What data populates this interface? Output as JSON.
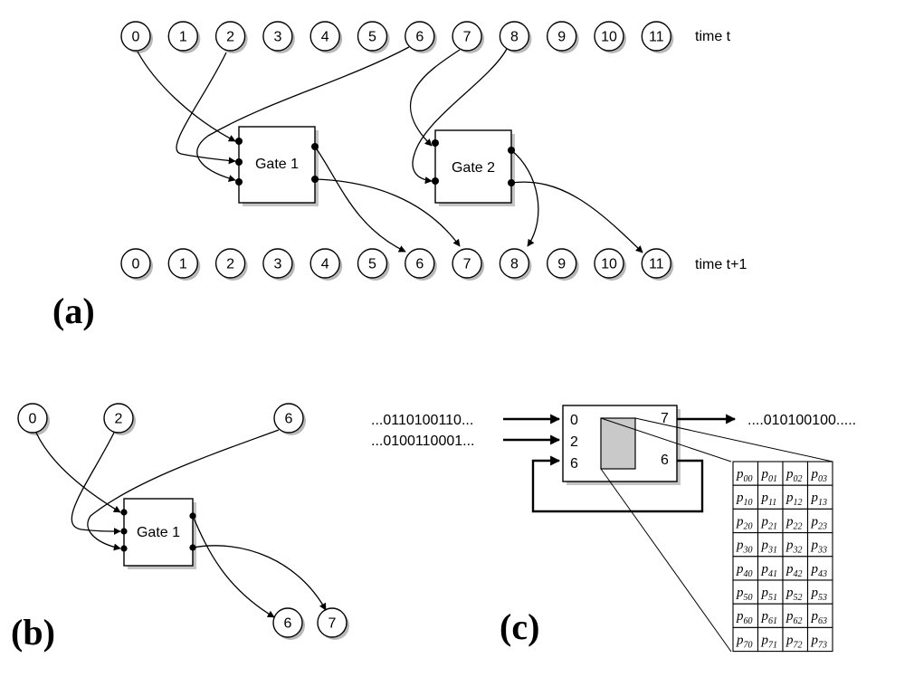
{
  "panel_a": {
    "label": "(a)",
    "time_top_label": "time t",
    "time_bottom_label": "time t+1",
    "top_nodes": [
      "0",
      "1",
      "2",
      "3",
      "4",
      "5",
      "6",
      "7",
      "8",
      "9",
      "10",
      "11"
    ],
    "bottom_nodes": [
      "0",
      "1",
      "2",
      "3",
      "4",
      "5",
      "6",
      "7",
      "8",
      "9",
      "10",
      "11"
    ],
    "gate1_label": "Gate 1",
    "gate2_label": "Gate 2"
  },
  "panel_b": {
    "label": "(b)",
    "input_nodes": [
      "0",
      "2",
      "6"
    ],
    "output_nodes": [
      "6",
      "7"
    ],
    "gate_label": "Gate 1"
  },
  "panel_c": {
    "label": "(c)",
    "input_stream_1": "...0110100110...",
    "input_stream_2": "...0100110001...",
    "output_stream": "....010100100.....",
    "gate_inputs": [
      "0",
      "2",
      "6"
    ],
    "gate_outputs": [
      "7",
      "6"
    ],
    "prob_table": [
      [
        "p00",
        "p01",
        "p02",
        "p03"
      ],
      [
        "p10",
        "p11",
        "p12",
        "p13"
      ],
      [
        "p20",
        "p21",
        "p22",
        "p23"
      ],
      [
        "p30",
        "p31",
        "p32",
        "p33"
      ],
      [
        "p40",
        "p41",
        "p42",
        "p43"
      ],
      [
        "p50",
        "p51",
        "p52",
        "p53"
      ],
      [
        "p60",
        "p61",
        "p62",
        "p63"
      ],
      [
        "p70",
        "p71",
        "p72",
        "p73"
      ]
    ]
  }
}
